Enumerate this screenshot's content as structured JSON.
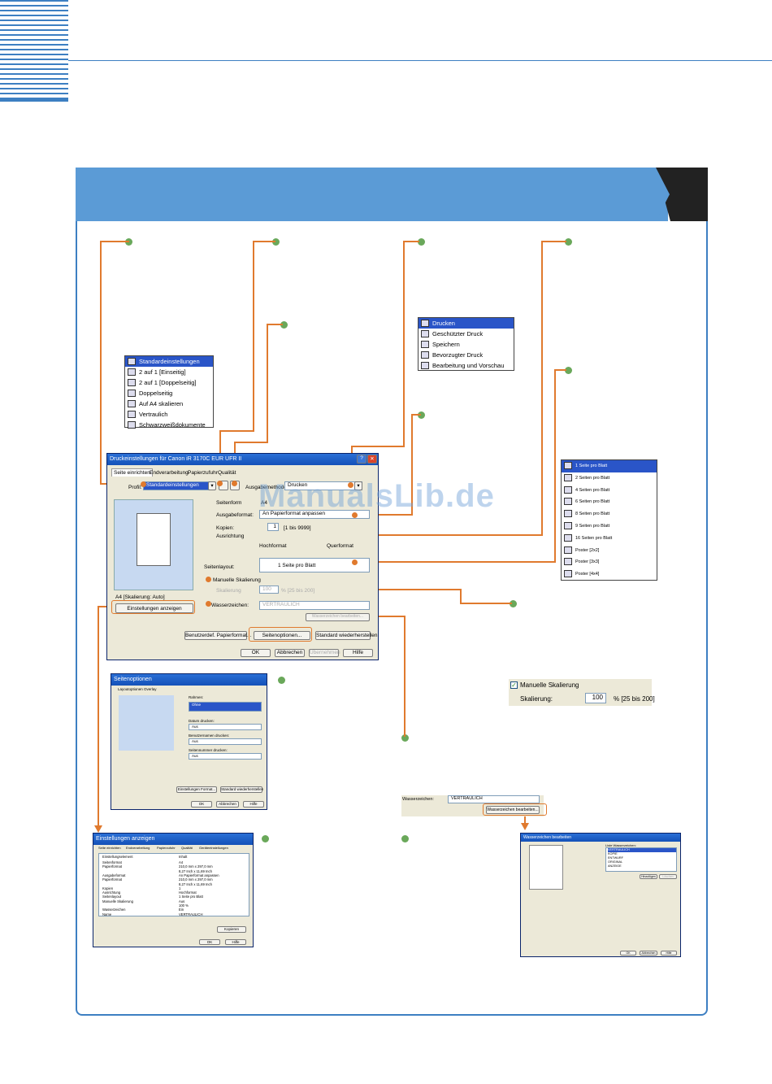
{
  "profile_list": {
    "items": [
      "Standardeinstellungen",
      "2 auf 1 [Einseitig]",
      "2 auf 1 [Doppelseitig]",
      "Doppelseitig",
      "Auf A4 skalieren",
      "Vertraulich",
      "Schwarzweißdokumente"
    ]
  },
  "output_list": {
    "items": [
      "Drucken",
      "Geschützter Druck",
      "Speichern",
      "Bevorzugter Druck",
      "Bearbeitung und Vorschau"
    ]
  },
  "layout_list": {
    "items": [
      "1 Seite pro Blatt",
      "2 Seiten pro Blatt",
      "4 Seiten pro Blatt",
      "6 Seiten pro Blatt",
      "8 Seiten pro Blatt",
      "9 Seiten pro Blatt",
      "16 Seiten pro Blatt",
      "Poster [2x2]",
      "Poster [3x3]",
      "Poster [4x4]"
    ]
  },
  "main_dialog": {
    "title": "Druckeinstellungen für Canon iR 3170C EUR UFR II",
    "tabs": [
      "Seite einrichten",
      "Endverarbeitung",
      "Papierzufuhr",
      "Qualität"
    ],
    "profile_label": "Profil:",
    "profile_value": "Standardeinstellungen",
    "output_label": "Ausgabemethode:",
    "output_value": "Drucken",
    "page_size_label": "Seitenform",
    "page_size_value": "A4",
    "output_size_label": "Ausgabeformat:",
    "output_size_value": "An Papierformat anpassen",
    "copies_label": "Kopien:",
    "copies_value": "1",
    "copies_range": "[1 bis 9999]",
    "orientation_label": "Ausrichtung",
    "portrait": "Hochformat",
    "landscape": "Querformat",
    "layout_label": "Seitenlayout:",
    "layout_value": "1 Seite pro Blatt",
    "manual_scaling": "Manuelle Skalierung",
    "scaling_label": "Skalierung",
    "scaling_value": "100",
    "scaling_range": "% [25 bis 200]",
    "watermark_label": "Wasserzeichen:",
    "watermark_value": "VERTRAULICH",
    "edit_watermark": "Wasserzeichen bearbeiten...",
    "preview_caption": "A4 [Skalierung: Auto]",
    "show_settings": "Einstellungen anzeigen",
    "custom_paper": "Benutzerdef. Papierformat...",
    "page_options": "Seitenoptionen...",
    "restore_defaults": "Standard wiederherstellen",
    "ok": "OK",
    "cancel": "Abbrechen",
    "apply": "Übernehmen",
    "help": "Hilfe"
  },
  "page_options": {
    "title": "Seitenoptionen",
    "tabs": [
      "Layoutoptionen",
      "Overlay"
    ],
    "border_label": "Rahmen:",
    "border_value": "Ohne",
    "date_label": "Datum drucken:",
    "date_value": "Aus",
    "user_label": "Benutzernamen drucken:",
    "user_value": "Aus",
    "pagenum_label": "Seitennummer drucken:",
    "pagenum_value": "Aus",
    "format_btn": "Einstellungen Format...",
    "restore_btn": "Standard wiederherstellen",
    "ok": "OK",
    "cancel": "Abbrechen",
    "help": "Hilfe"
  },
  "show_settings_dialog": {
    "title": "Einstellungen anzeigen",
    "tabs": [
      "Seite einrichten",
      "Endverarbeitung",
      "Papierzufuhr",
      "Qualität",
      "Geräteeinstellungen"
    ],
    "col1": "Einstellungselement",
    "col2": "Inhalt",
    "rows": [
      [
        "Seitenformat",
        "A4"
      ],
      [
        "Papierformat",
        "210,0 mm x 297,0 mm"
      ],
      [
        "",
        "8,27 Inch x 11,69 Inch"
      ],
      [
        "Ausgabeformat",
        "An Papierformat anpassen"
      ],
      [
        "Papierformat",
        "210,0 mm x 297,0 mm"
      ],
      [
        "",
        "8,27 Inch x 11,69 Inch"
      ],
      [
        "Kopien",
        "1"
      ],
      [
        "Ausrichtung",
        "Hochformat"
      ],
      [
        "Seitenlayout",
        "1 Seite pro Blatt"
      ],
      [
        "Manuelle Skalierung",
        "Aus"
      ],
      [
        "",
        "100 %"
      ],
      [
        "Wasserzeichen",
        "Ein"
      ],
      [
        "Name",
        "VERTRAULICH"
      ]
    ],
    "copy_btn": "Kopieren",
    "ok": "OK",
    "help": "Hilfe"
  },
  "scaling_detail": {
    "checkbox": "Manuelle Skalierung",
    "label": "Skalierung:",
    "value": "100",
    "range": "% [25 bis 200]"
  },
  "watermark_detail": {
    "checkbox": "Wasserzeichen:",
    "value": "VERTRAULICH",
    "button": "Wasserzeichen bearbeiten..."
  },
  "watermark_dialog": {
    "title": "Wasserzeichen bearbeiten",
    "list_label": "Liste Wasserzeichen:",
    "items": [
      "VERTRAULICH",
      "KOPIE",
      "ENTWURF",
      "ORIGINAL",
      "ANZEIGE"
    ],
    "add": "Hinzufügen",
    "delete": "Löschen",
    "ok": "OK",
    "cancel": "Abbrechen",
    "help": "Hilfe"
  },
  "watermark_text": "ManualsLib.de"
}
